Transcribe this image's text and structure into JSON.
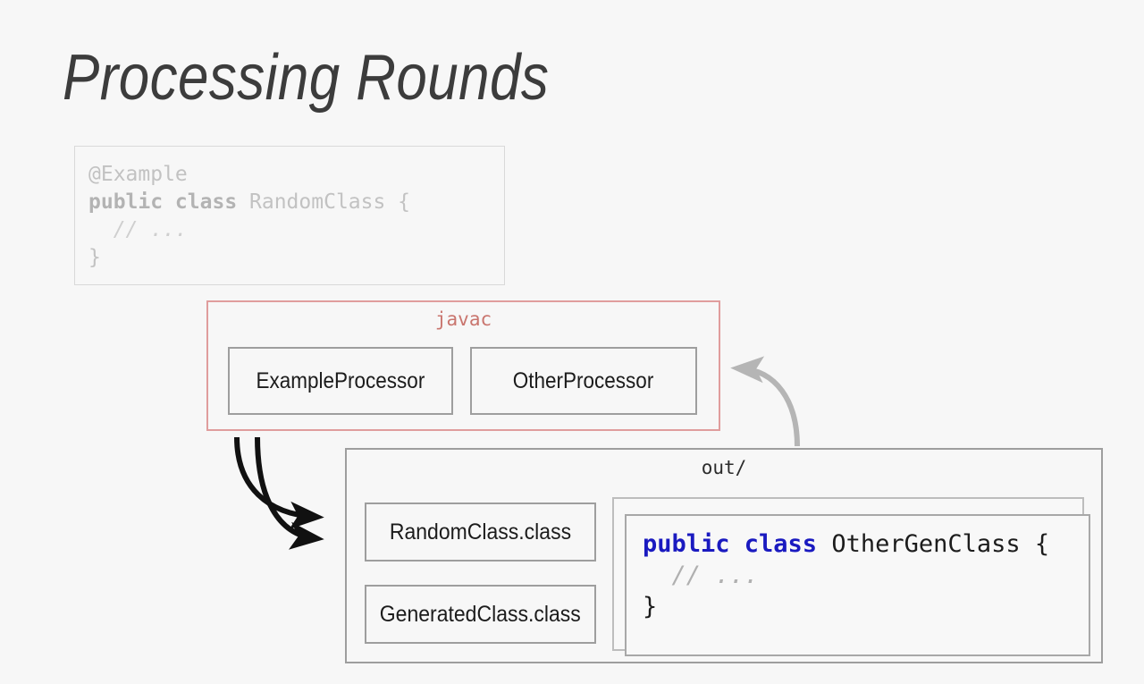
{
  "slide": {
    "title": "Processing Rounds",
    "background_color": "#f7f7f7"
  },
  "source_snippet": {
    "name": "RandomClass source",
    "style": "faded",
    "lines": [
      {
        "annotation": "@Example"
      },
      {
        "keyword": "public class ",
        "rest": "RandomClass {"
      },
      {
        "comment": "  // ..."
      },
      {
        "close": "}"
      }
    ]
  },
  "javac": {
    "label": "javac",
    "border_color": "#e09d9d",
    "label_color": "#c9756e",
    "processors": [
      {
        "label": "ExampleProcessor"
      },
      {
        "label": "OtherProcessor"
      }
    ]
  },
  "out": {
    "label": "out/",
    "border_color": "#9e9e9e",
    "class_files": [
      {
        "label": "RandomClass.class"
      },
      {
        "label": "GeneratedClass.class"
      }
    ],
    "generated_code": {
      "stacked_cards": 2,
      "lines": [
        {
          "keyword": "public class ",
          "rest": "OtherGenClass {"
        },
        {
          "comment": "  // ..."
        },
        {
          "close": "}"
        }
      ],
      "keyword_color": "#1a1ac0",
      "comment_color": "#b0b0b0"
    }
  },
  "arrows": {
    "generation": [
      {
        "name": "javac-to-classfiles-1",
        "color": "#111111",
        "direction": "down-right"
      },
      {
        "name": "javac-to-classfiles-2",
        "color": "#111111",
        "direction": "down-right"
      }
    ],
    "feedback": [
      {
        "name": "out-to-javac-round",
        "color": "#b5b5b5",
        "direction": "up-left"
      }
    ]
  }
}
